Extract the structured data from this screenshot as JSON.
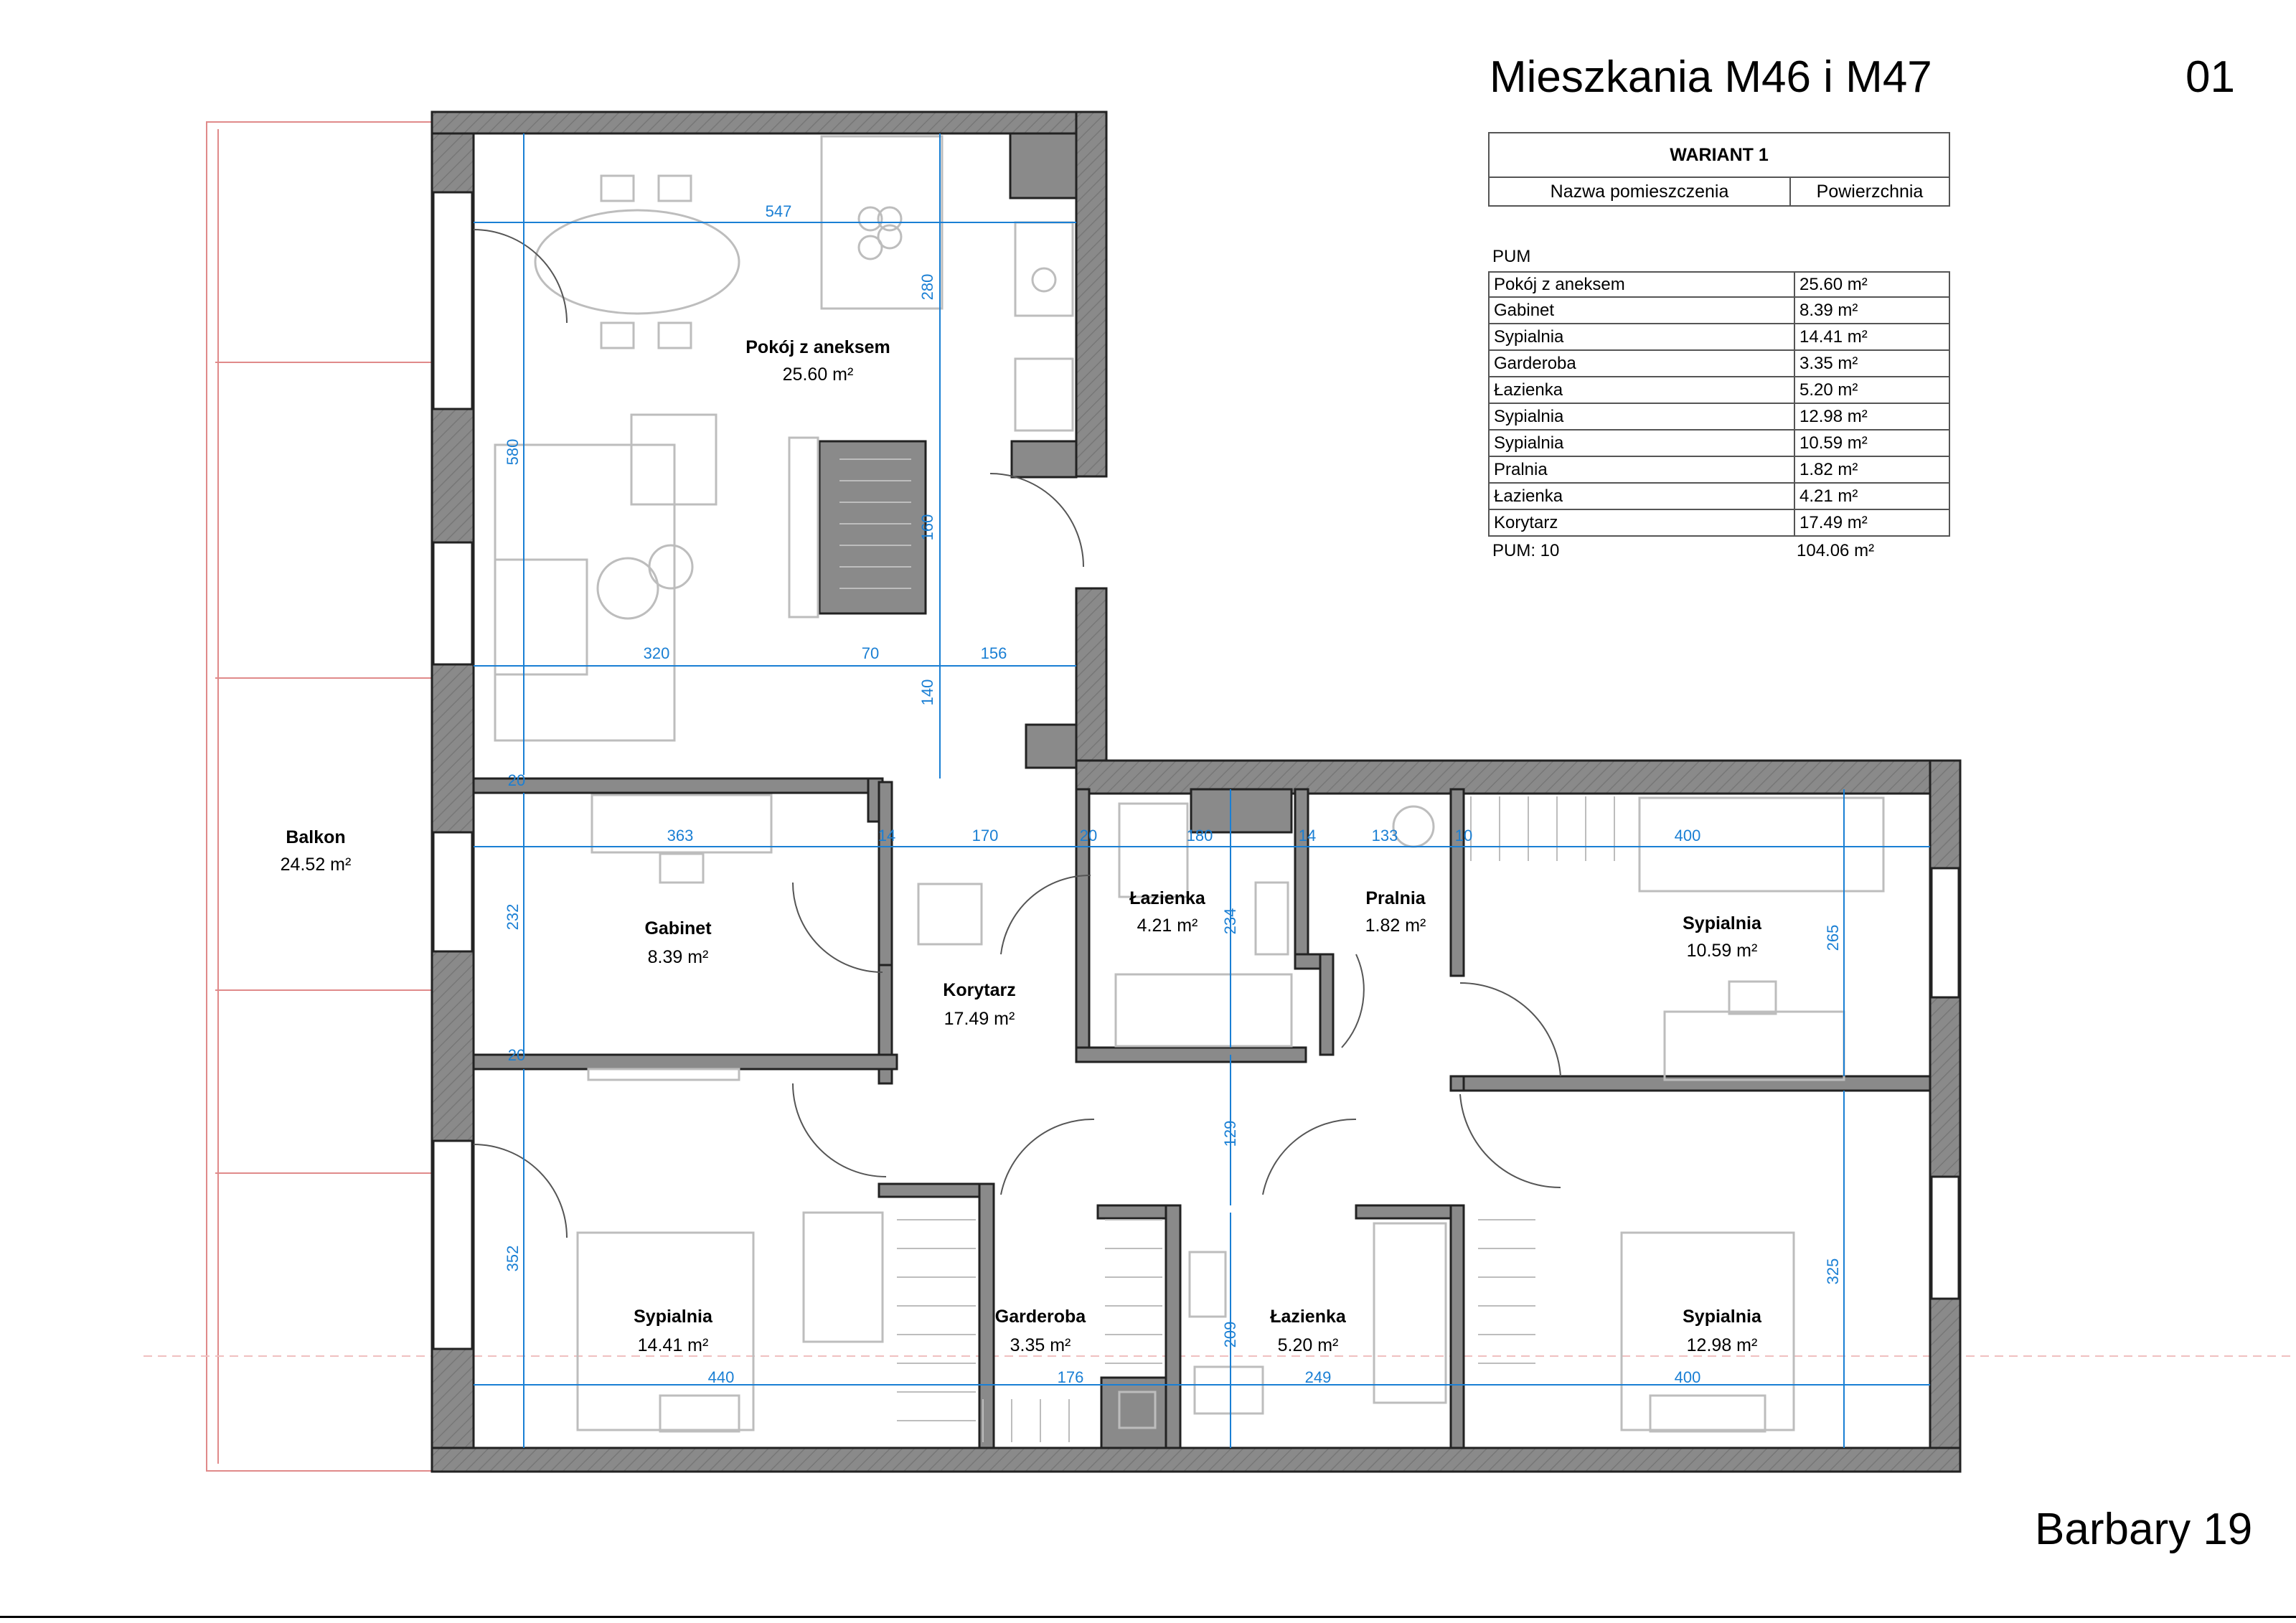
{
  "header": {
    "title": "Mieszkania M46 i M47",
    "page_number": "01"
  },
  "footer": {
    "address": "Barbary 19"
  },
  "table": {
    "variant": "WARIANT 1",
    "col_name": "Nazwa pomieszczenia",
    "col_area": "Powierzchnia",
    "section": "PUM",
    "rows": [
      {
        "name": "Pokój z aneksem",
        "area": "25.60 m²"
      },
      {
        "name": "Gabinet",
        "area": "8.39 m²"
      },
      {
        "name": "Sypialnia",
        "area": "14.41 m²"
      },
      {
        "name": "Garderoba",
        "area": "3.35 m²"
      },
      {
        "name": "Łazienka",
        "area": "5.20 m²"
      },
      {
        "name": "Sypialnia",
        "area": "12.98 m²"
      },
      {
        "name": "Sypialnia",
        "area": "10.59 m²"
      },
      {
        "name": "Pralnia",
        "area": "1.82 m²"
      },
      {
        "name": "Łazienka",
        "area": "4.21 m²"
      },
      {
        "name": "Korytarz",
        "area": "17.49 m²"
      }
    ],
    "total_label": "PUM: 10",
    "total_area": "104.06 m²"
  },
  "rooms": {
    "living": {
      "name": "Pokój z aneksem",
      "area": "25.60 m²"
    },
    "balcony": {
      "name": "Balkon",
      "area": "24.52 m²"
    },
    "office": {
      "name": "Gabinet",
      "area": "8.39 m²"
    },
    "corridor": {
      "name": "Korytarz",
      "area": "17.49 m²"
    },
    "bath_small": {
      "name": "Łazienka",
      "area": "4.21 m²"
    },
    "laundry": {
      "name": "Pralnia",
      "area": "1.82 m²"
    },
    "bedroom_ne": {
      "name": "Sypialnia",
      "area": "10.59 m²"
    },
    "bedroom_sw": {
      "name": "Sypialnia",
      "area": "14.41 m²"
    },
    "wardrobe": {
      "name": "Garderoba",
      "area": "3.35 m²"
    },
    "bath_big": {
      "name": "Łazienka",
      "area": "5.20 m²"
    },
    "bedroom_se": {
      "name": "Sypialnia",
      "area": "12.98 m²"
    }
  },
  "dimensions": {
    "d547": "547",
    "d280": "280",
    "d580": "580",
    "d160": "160",
    "d320": "320",
    "d70": "70",
    "d156": "156",
    "d140": "140",
    "d20a": "20",
    "d363": "363",
    "d14a": "14",
    "d170": "170",
    "d20b": "20",
    "d180": "180",
    "d14b": "14",
    "d133": "133",
    "d10": "10",
    "d400a": "400",
    "d232": "232",
    "d234": "234",
    "d265": "265",
    "d20c": "20",
    "d129": "129",
    "d352": "352",
    "d325": "325",
    "d209": "209",
    "d440": "440",
    "d176": "176",
    "d249": "249",
    "d400b": "400"
  },
  "colors": {
    "wall": "#8a8a8a",
    "dimension": "#1a7fd4",
    "furniture": "#bdbdbd",
    "balcony": "#e08a8a"
  }
}
